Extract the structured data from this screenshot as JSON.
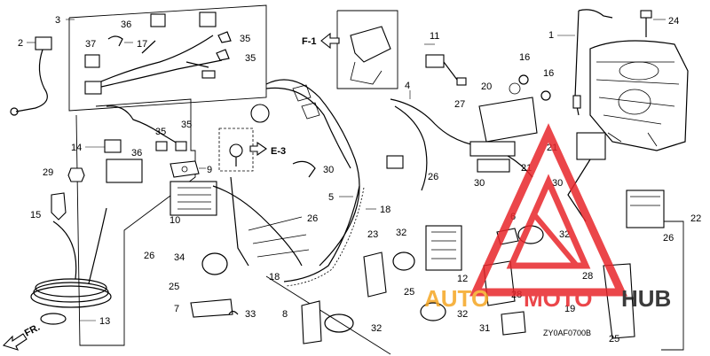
{
  "diagram": {
    "code": "ZY0AF0700B",
    "direction_labels": {
      "front_top": "F-1",
      "front_bottom": "FR.",
      "ref": "E-3"
    },
    "callouts": [
      "1",
      "2",
      "3",
      "4",
      "5",
      "6",
      "7",
      "8",
      "9",
      "10",
      "11",
      "12",
      "13",
      "14",
      "15",
      "16",
      "17",
      "18",
      "19",
      "20",
      "21",
      "22",
      "23",
      "24",
      "25",
      "26",
      "27",
      "28",
      "29",
      "30",
      "31",
      "32",
      "33",
      "34",
      "35",
      "36",
      "37"
    ],
    "watermark": {
      "auto": "AUTO",
      "moto": "MOTO",
      "hub": "HUB",
      "colors": {
        "triangle": "#e8262b",
        "auto": "#f5a623",
        "moto": "#e8262b",
        "hub": "#1a1a1a"
      }
    }
  }
}
